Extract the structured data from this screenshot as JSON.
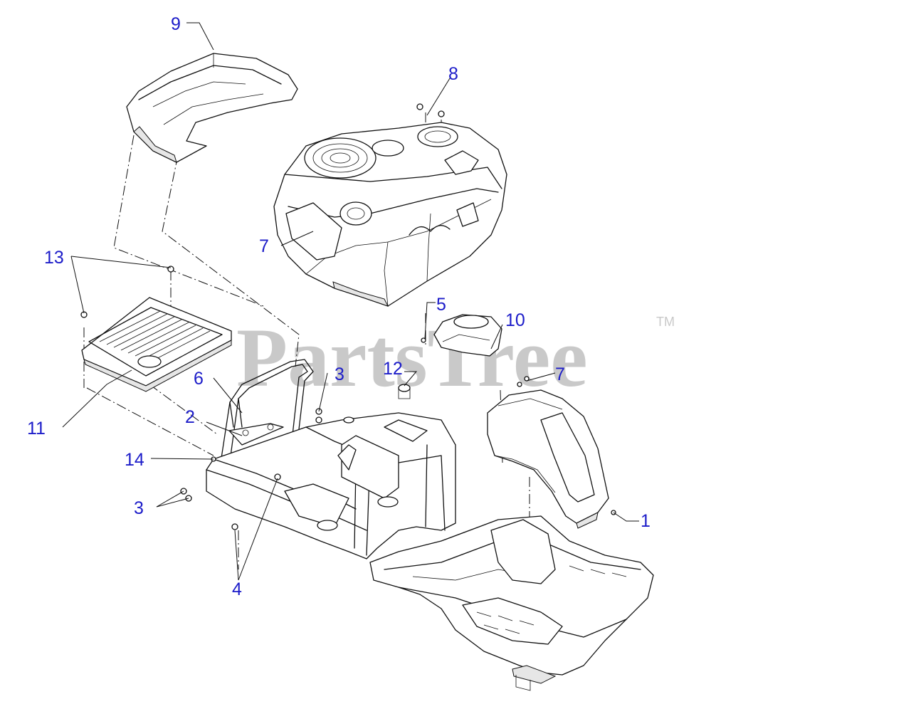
{
  "watermark": {
    "text": "PartsTree",
    "trademark": "TM"
  },
  "callouts": [
    "9",
    "8",
    "7",
    "13",
    "5",
    "10",
    "3",
    "12",
    "7",
    "6",
    "11",
    "2",
    "14",
    "3",
    "1",
    "4"
  ],
  "colors": {
    "callout": "#1c1cc9",
    "watermark": "#c9c9c9",
    "linework": "#111111"
  }
}
